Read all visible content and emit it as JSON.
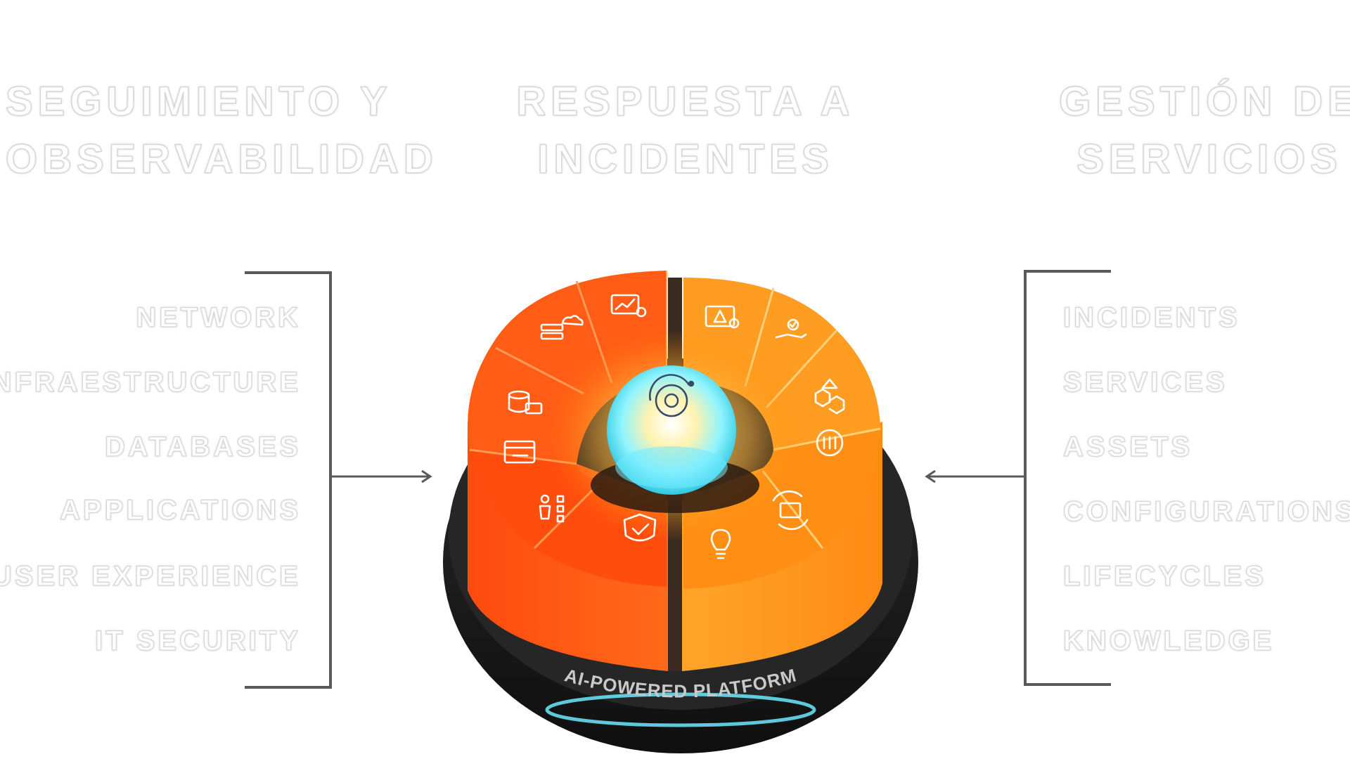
{
  "headings": {
    "left": [
      "SEGUIMIENTO Y",
      "OBSERVABILIDAD"
    ],
    "center": [
      "RESPUESTA A",
      "INCIDENTES"
    ],
    "right": [
      "GESTIÓN DE",
      "SERVICIOS"
    ]
  },
  "left_list": [
    "NETWORK",
    "INFRAESTRUCTURE",
    "DATABASES",
    "APPLICATIONS",
    "USER EXPERIENCE",
    "IT SECURITY"
  ],
  "right_list": [
    "INCIDENTS",
    "SERVICES",
    "ASSETS",
    "CONFIGURATIONS",
    "LIFECYCLES",
    "KNOWLEDGE"
  ],
  "platform": {
    "label": "AI-POWERED PLATFORM"
  },
  "icons": {
    "left_segments": [
      "monitor-chart-icon",
      "server-cloud-icon",
      "database-chart-icon",
      "browser-window-icon",
      "user-checklist-icon",
      "shield-check-icon"
    ],
    "right_segments": [
      "alert-screen-icon",
      "hand-check-icon",
      "cubes-icon",
      "gear-sliders-icon",
      "screen-cycle-icon",
      "lightbulb-gear-icon"
    ],
    "core": "ai-gear-orbit-icon"
  },
  "colors": {
    "left_ring": "#ff5a14",
    "right_ring": "#ff9a1f",
    "core_glow": "#7ff0ff",
    "base": "#1d1d1d",
    "bracket": "#5a5a5a"
  }
}
